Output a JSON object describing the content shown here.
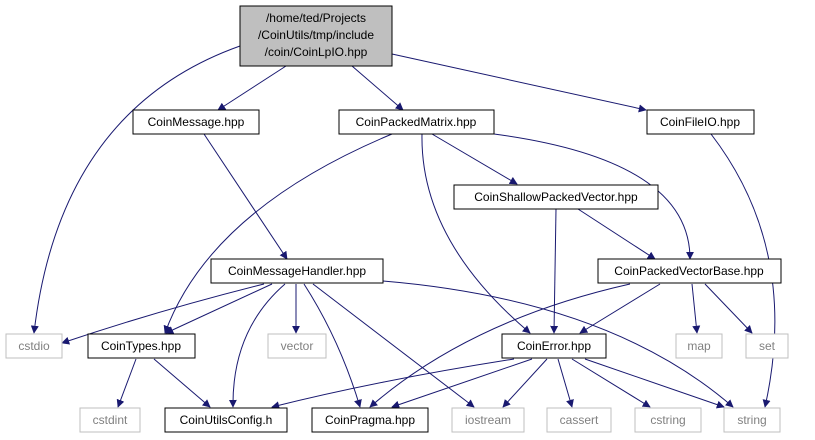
{
  "nodes": {
    "root": {
      "lines": [
        "/home/ted/Projects",
        "/CoinUtils/tmp/include",
        "/coin/CoinLpIO.hpp"
      ]
    },
    "coinmessage": {
      "label": "CoinMessage.hpp"
    },
    "coinpackedmatrix": {
      "label": "CoinPackedMatrix.hpp"
    },
    "coinfileio": {
      "label": "CoinFileIO.hpp"
    },
    "coinshallowpackedvector": {
      "label": "CoinShallowPackedVector.hpp"
    },
    "coinmessagehandler": {
      "label": "CoinMessageHandler.hpp"
    },
    "coinpackedvectorbase": {
      "label": "CoinPackedVectorBase.hpp"
    },
    "cstdio": {
      "label": "cstdio"
    },
    "cointypes": {
      "label": "CoinTypes.hpp"
    },
    "vector": {
      "label": "vector"
    },
    "coinerror": {
      "label": "CoinError.hpp"
    },
    "map": {
      "label": "map"
    },
    "set": {
      "label": "set"
    },
    "cstdint": {
      "label": "cstdint"
    },
    "coinutilsconfig": {
      "label": "CoinUtilsConfig.h"
    },
    "coinpragma": {
      "label": "CoinPragma.hpp"
    },
    "iostream": {
      "label": "iostream"
    },
    "cassert": {
      "label": "cassert"
    },
    "cstring": {
      "label": "cstring"
    },
    "string": {
      "label": "string"
    }
  },
  "colors": {
    "edge": "#191970",
    "node_border": "#000000",
    "external_border": "#bfbfbf",
    "external_text": "#808080",
    "root_fill": "#bfbfbf"
  }
}
